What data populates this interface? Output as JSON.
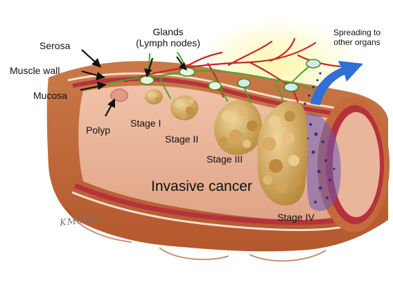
{
  "diagram": {
    "labels": {
      "serosa": "Serosa",
      "muscle_wall": "Muscle wall",
      "mucosa": "Mucosa",
      "polyp": "Polyp",
      "glands_line1": "Glands",
      "glands_line2": "(Lymph nodes)",
      "stage_1": "Stage I",
      "stage_2": "Stage II",
      "stage_3": "Stage III",
      "stage_4": "Stage IV",
      "invasive": "Invasive cancer",
      "spreading_line1": "Spreading to",
      "spreading_line2": "other organs",
      "signature": "KMcKAY"
    },
    "colors": {
      "colon_outer": "#c8703c",
      "colon_inner": "#e3a98c",
      "mucosa_band": "#b5323c",
      "lymph_vessel": "#4aa52e",
      "blood_vessel": "#c3262a",
      "tumor": "#d8b36a",
      "cancer_spread": "#4d3b9a",
      "arrow": "#2f6fd6",
      "glow": "#fff2a0"
    }
  }
}
